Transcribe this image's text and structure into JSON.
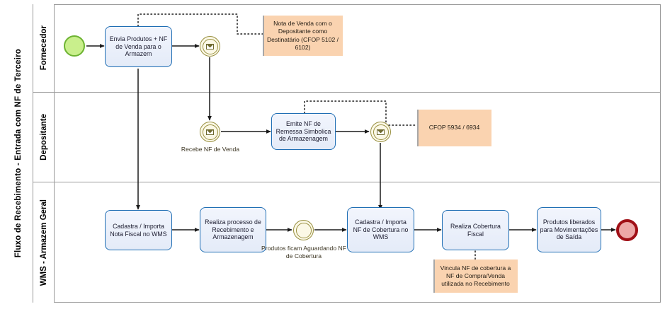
{
  "pool": {
    "title": "Fluxo de Recebimento - Entrada com NF de Terceiro"
  },
  "lanes": [
    {
      "id": "fornecedor",
      "label": "Fornecedor"
    },
    {
      "id": "depositante",
      "label": "Depositante"
    },
    {
      "id": "wms",
      "label": "WMS - Armazem Geral"
    }
  ],
  "events": {
    "start": {
      "name": "start-event",
      "label": ""
    },
    "msg_envia": {
      "label": ""
    },
    "msg_recebe": {
      "label": "Recebe NF de Venda"
    },
    "msg_remessa": {
      "label": ""
    },
    "wait_cobertura": {
      "label": "Produtos ficam Aguardando NF de Cobertura"
    },
    "end": {
      "name": "end-event",
      "label": ""
    }
  },
  "tasks": {
    "envia_produtos": {
      "label": "Envia Produtos + NF de Venda para o Armazem"
    },
    "emite_nf_remessa": {
      "label": "Emite NF de Remessa Simbolica de Armazenagem"
    },
    "cadastra_nota": {
      "label": "Cadastra / Importa Nota Fiscal no WMS"
    },
    "realiza_recebimento": {
      "label": "Realiza processo de Recebimento e Armazenagem"
    },
    "cadastra_cobertura": {
      "label": "Cadastra / Importa NF de Cobertura no WMS"
    },
    "realiza_cobertura": {
      "label": "Realiza Cobertura Fiscal"
    },
    "produtos_liberados": {
      "label": "Produtos liberados para Movimentações de Saída"
    }
  },
  "notes": {
    "nota_venda": {
      "label": "Nota de Venda com o Depositante como Destinatário (CFOP 5102 / 6102)"
    },
    "cfop_remessa": {
      "label": "CFOP 5934 / 6934"
    },
    "vincula": {
      "label": "Vincula NF de cobertura a NF de Compra/Venda utilizada no Recebimento"
    }
  },
  "colors": {
    "task_border": "#1f6eb4",
    "task_fill": "#e9eefa",
    "start_fill": "#c9ef8c",
    "start_border": "#6db332",
    "end_fill": "#eda7a7",
    "end_border": "#a00f16",
    "event_border": "#9a9142",
    "note_fill": "#fad3b0",
    "lane_border": "#9a9a9a",
    "flow_line": "#1a1a1a"
  }
}
